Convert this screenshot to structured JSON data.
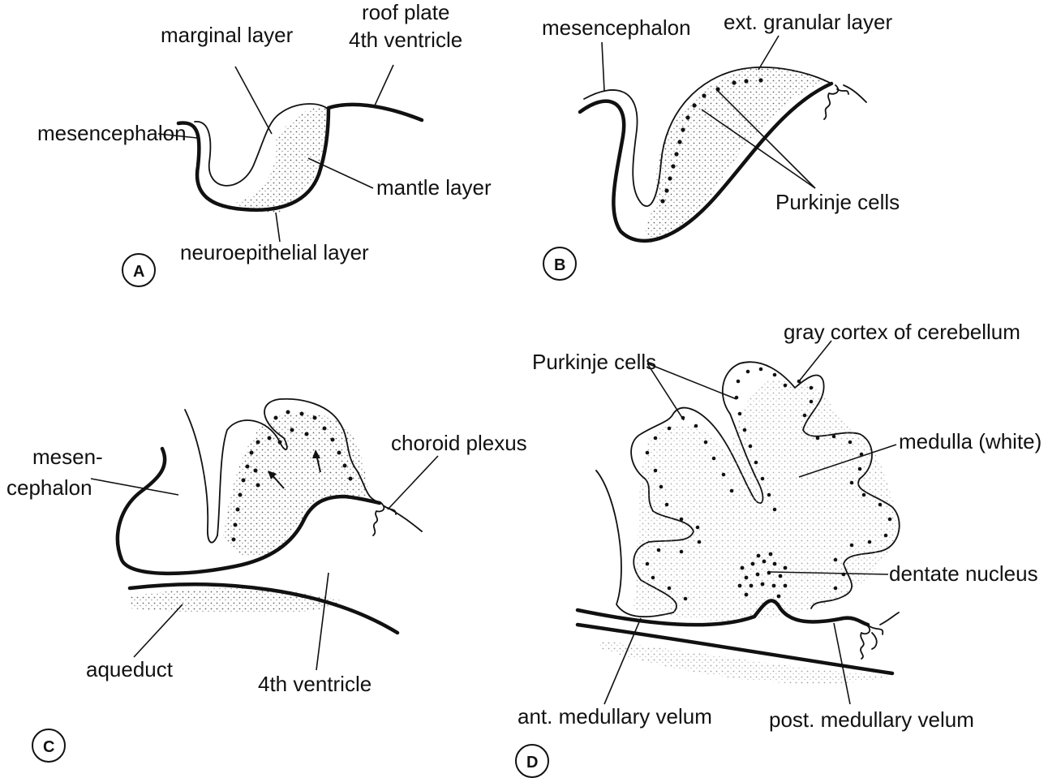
{
  "panels": {
    "A": {
      "letter": "A",
      "labels": {
        "marginal_layer": "marginal layer",
        "roof_plate": "roof plate",
        "fourth_ventricle": "4th ventricle",
        "mesencephalon": "mesencephalon",
        "mantle_layer": "mantle layer",
        "neuroepithelial_layer": "neuroepithelial layer"
      }
    },
    "B": {
      "letter": "B",
      "labels": {
        "mesencephalon": "mesencephalon",
        "ext_granular_layer": "ext. granular layer",
        "purkinje_cells": "Purkinje cells"
      }
    },
    "C": {
      "letter": "C",
      "labels": {
        "mesen_line1": "mesen-",
        "mesen_line2": "cephalon",
        "choroid_plexus": "choroid plexus",
        "aqueduct": "aqueduct",
        "fourth_ventricle": "4th ventricle"
      }
    },
    "D": {
      "letter": "D",
      "labels": {
        "gray_cortex": "gray cortex of cerebellum",
        "purkinje_cells": "Purkinje cells",
        "medulla": "medulla (white)",
        "dentate_nucleus": "dentate nucleus",
        "ant_medullary_velum": "ant. medullary velum",
        "post_medullary_velum": "post. medullary velum"
      }
    }
  }
}
